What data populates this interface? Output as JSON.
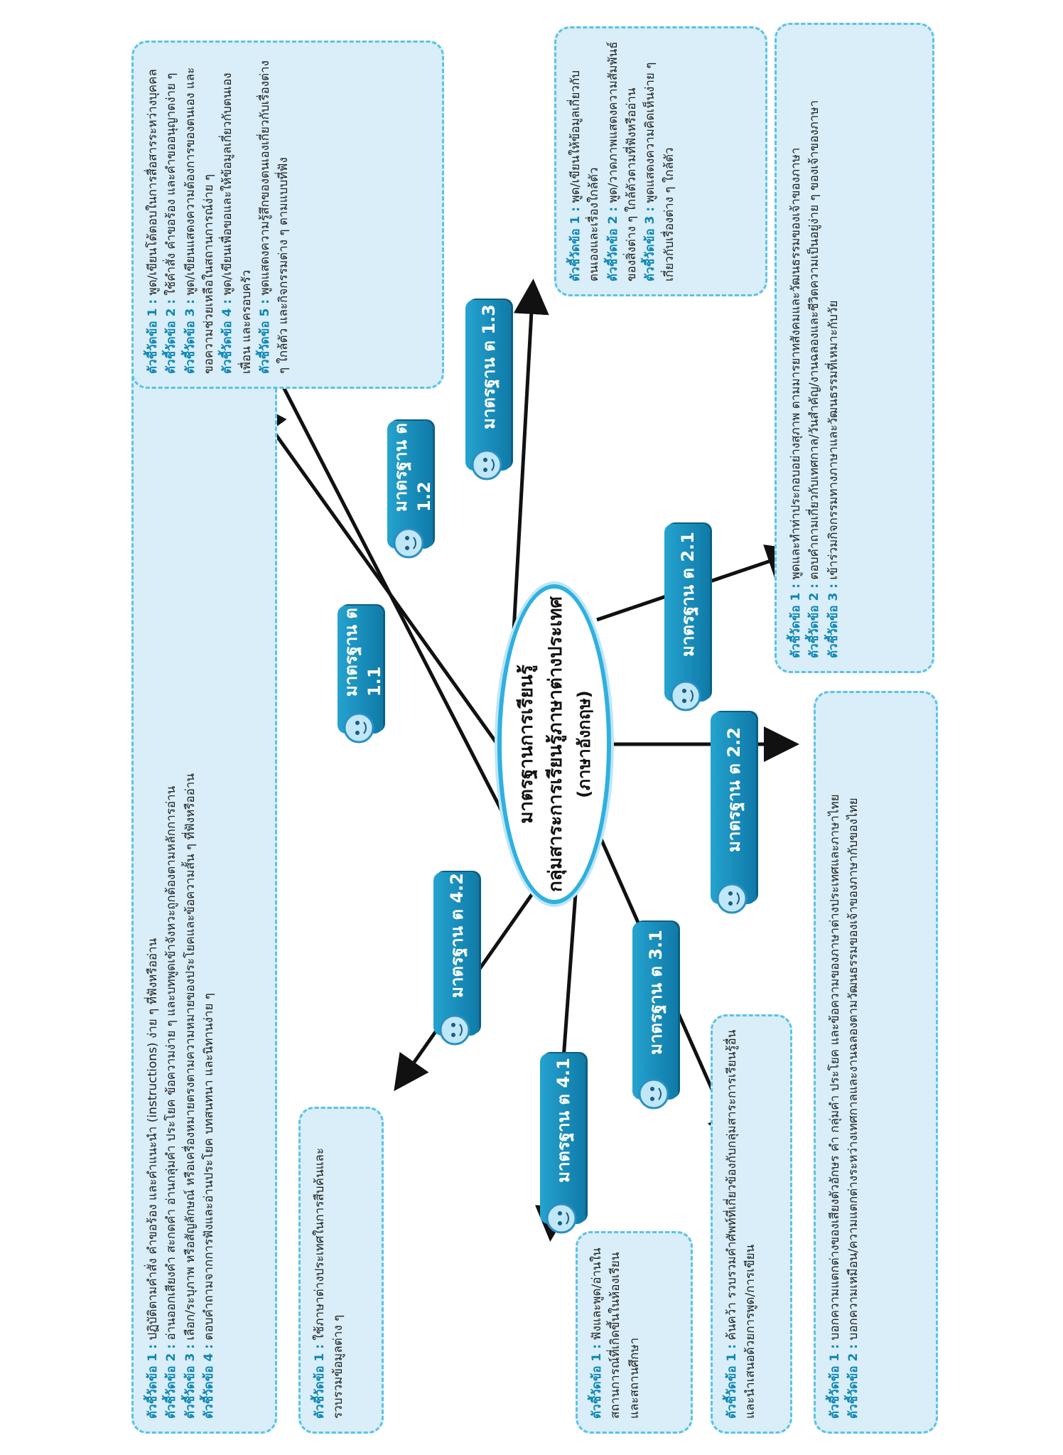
{
  "center": {
    "line1": "มาตรฐานการเรียนรู้",
    "line2": "กลุ่มสาระการเรียนรู้ภาษาต่างประเทศ",
    "line3": "(ภาษาอังกฤษ)"
  },
  "standards": {
    "s11": "มาตรฐาน ต 1.1",
    "s12": "มาตรฐาน ต 1.2",
    "s13": "มาตรฐาน ต 1.3",
    "s21": "มาตรฐาน ต 2.1",
    "s22": "มาตรฐาน ต 2.2",
    "s31": "มาตรฐาน ต 3.1",
    "s41": "มาตรฐาน ต 4.1",
    "s42": "มาตรฐาน ต 4.2"
  },
  "boxes": {
    "b11": [
      {
        "label": "ตัวชี้วัดข้อ 1 :",
        "text": "ปฏิบัติตามคำสั่ง คำขอร้อง และคำแนะนำ (instructions) ง่าย ๆ ที่ฟังหรืออ่าน"
      },
      {
        "label": "ตัวชี้วัดข้อ 2 :",
        "text": "อ่านออกเสียงคำ สะกดคำ อ่านกลุ่มคำ ประโยค ข้อความง่าย ๆ และบทพูดเข้าจังหวะถูกต้องตามหลักการอ่าน"
      },
      {
        "label": "ตัวชี้วัดข้อ 3 :",
        "text": "เลือก/ระบุภาพ หรือสัญลักษณ์ หรือเครื่องหมายตรงตามความหมายของประโยคและข้อความสั้น ๆ ที่ฟังหรืออ่าน"
      },
      {
        "label": "ตัวชี้วัดข้อ 4 :",
        "text": "ตอบคำถามจากการฟังและอ่านประโยค บทสนทนา และนิทานง่าย ๆ"
      }
    ],
    "b12": [
      {
        "label": "ตัวชี้วัดข้อ 1 :",
        "text": "พูด/เขียนโต้ตอบในการสื่อสารระหว่างบุคคล"
      },
      {
        "label": "ตัวชี้วัดข้อ 2 :",
        "text": "ใช้คำสั่ง คำขอร้อง และคำขออนุญาตง่าย ๆ"
      },
      {
        "label": "ตัวชี้วัดข้อ 3 :",
        "text": "พูด/เขียนแสดงความต้องการของตนเอง และขอความช่วยเหลือในสถานการณ์ง่าย ๆ"
      },
      {
        "label": "ตัวชี้วัดข้อ 4 :",
        "text": "พูด/เขียนเพื่อขอและให้ข้อมูลเกี่ยวกับตนเอง เพื่อน และครอบครัว"
      },
      {
        "label": "ตัวชี้วัดข้อ 5 :",
        "text": "พูดแสดงความรู้สึกของตนเองเกี่ยวกับเรื่องต่าง ๆ ใกล้ตัว และกิจกรรมต่าง ๆ ตามแบบที่ฟัง"
      }
    ],
    "b13": [
      {
        "label": "ตัวชี้วัดข้อ 1 :",
        "text": "พูด/เขียนให้ข้อมูลเกี่ยวกับตนเองและเรื่องใกล้ตัว"
      },
      {
        "label": "ตัวชี้วัดข้อ 2 :",
        "text": "พูด/วาดภาพแสดงความสัมพันธ์ของสิ่งต่าง ๆ ใกล้ตัวตามที่ฟังหรืออ่าน"
      },
      {
        "label": "ตัวชี้วัดข้อ 3 :",
        "text": "พูดแสดงความคิดเห็นง่าย ๆ เกี่ยวกับเรื่องต่าง ๆ ใกล้ตัว"
      }
    ],
    "b21": [
      {
        "label": "ตัวชี้วัดข้อ 1 :",
        "text": "พูดและทำท่าประกอบอย่างสุภาพ ตามมารยาทสังคมและวัฒนธรรมของเจ้าของภาษา"
      },
      {
        "label": "ตัวชี้วัดข้อ 2 :",
        "text": "ตอบคำถามเกี่ยวกับเทศกาล/วันสำคัญ/งานฉลองและชีวิตความเป็นอยู่ง่าย ๆ ของเจ้าของภาษา"
      },
      {
        "label": "ตัวชี้วัดข้อ 3 :",
        "text": "เข้าร่วมกิจกรรมทางภาษาและวัฒนธรรมที่เหมาะกับวัย"
      }
    ],
    "b22": [
      {
        "label": "ตัวชี้วัดข้อ 1 :",
        "text": "บอกความแตกต่างของเสียงตัวอักษร คำ กลุ่มคำ ประโยค และข้อความของภาษาต่างประเทศและภาษาไทย"
      },
      {
        "label": "ตัวชี้วัดข้อ 2 :",
        "text": "บอกความเหมือน/ความแตกต่างระหว่างเทศกาลและงานฉลองตามวัฒนธรรมของเจ้าของภาษากับของไทย"
      }
    ],
    "b31": [
      {
        "label": "ตัวชี้วัดข้อ 1 :",
        "text": "ค้นคว้า รวบรวมคำศัพท์ที่เกี่ยวข้องกับกลุ่มสาระการเรียนรู้อื่นและนำเสนอด้วยการพูด/การเขียน"
      }
    ],
    "b41": [
      {
        "label": "ตัวชี้วัดข้อ 1 :",
        "text": "ฟังและพูด/อ่านในสถานการณ์ที่เกิดขึ้นในห้องเรียนและสถานศึกษา"
      }
    ],
    "b42": [
      {
        "label": "ตัวชี้วัดข้อ 1 :",
        "text": "ใช้ภาษาต่างประเทศในการสืบค้นและรวบรวมข้อมูลต่าง ๆ"
      }
    ]
  },
  "colors": {
    "accent": "#1393c4",
    "box_fill": "#d9eef8",
    "box_border": "#5bc2e7",
    "label": "#0e86b5"
  },
  "icons": {
    "mascot": "mascot-icon"
  }
}
